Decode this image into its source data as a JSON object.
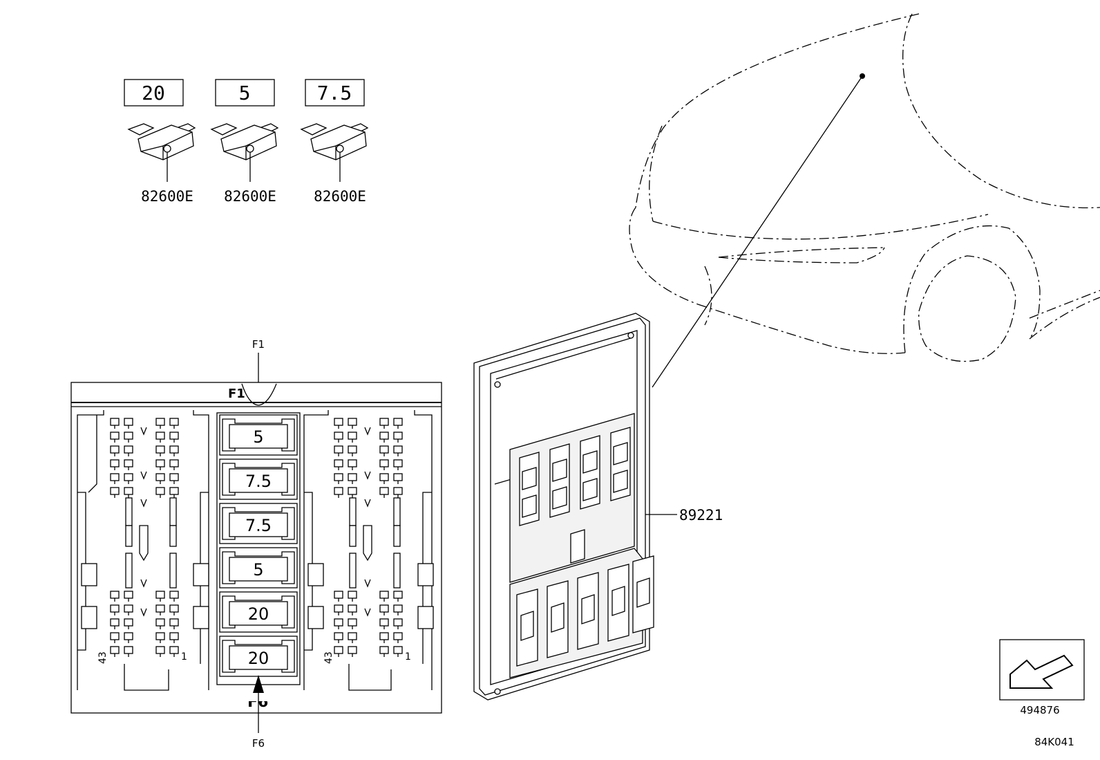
{
  "fuse_parts": [
    {
      "rating": "20",
      "part_number": "82600E"
    },
    {
      "rating": "5",
      "part_number": "82600E"
    },
    {
      "rating": "7.5",
      "part_number": "82600E"
    }
  ],
  "fuse_panel": {
    "header_label": "F1",
    "top_marker": "F1",
    "bottom_marker": "F6",
    "bottom_partial": "F6",
    "slots": [
      "5",
      "7.5",
      "7.5",
      "5",
      "20",
      "20"
    ],
    "pin_label_left": "43",
    "pin_label_right": "1"
  },
  "module_part_number": "89221",
  "footer": {
    "ref_number": "494876",
    "diagram_code": "84K041"
  }
}
